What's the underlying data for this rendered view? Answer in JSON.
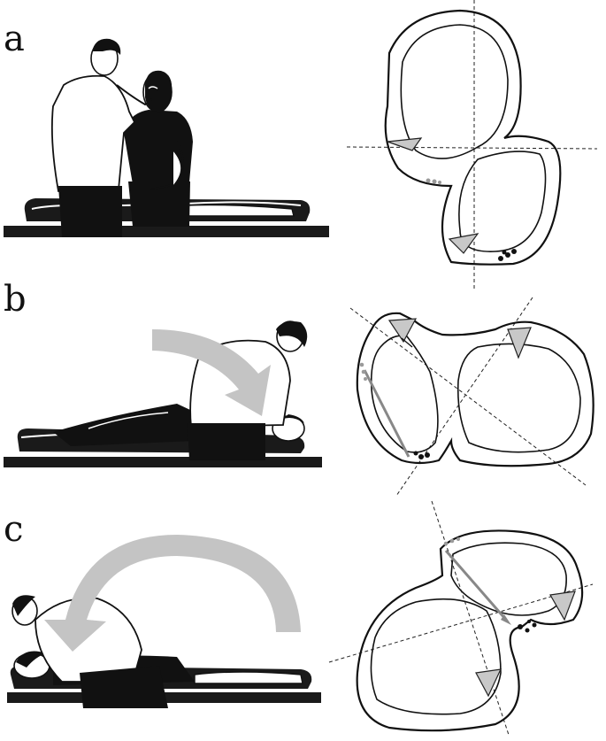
{
  "panels": [
    {
      "label": "a"
    },
    {
      "label": "b"
    },
    {
      "label": "c"
    }
  ],
  "colors": {
    "ink": "#111111",
    "rotation_arrow": "#c4c4c4",
    "cupula": "#c8c8c8",
    "otoconia_moving": "#9a9a9a"
  },
  "icons": [
    "clinician-figure",
    "patient-figure",
    "treatment-table",
    "rotation-arrow",
    "semicircular-canal-diagram",
    "otoconia"
  ]
}
